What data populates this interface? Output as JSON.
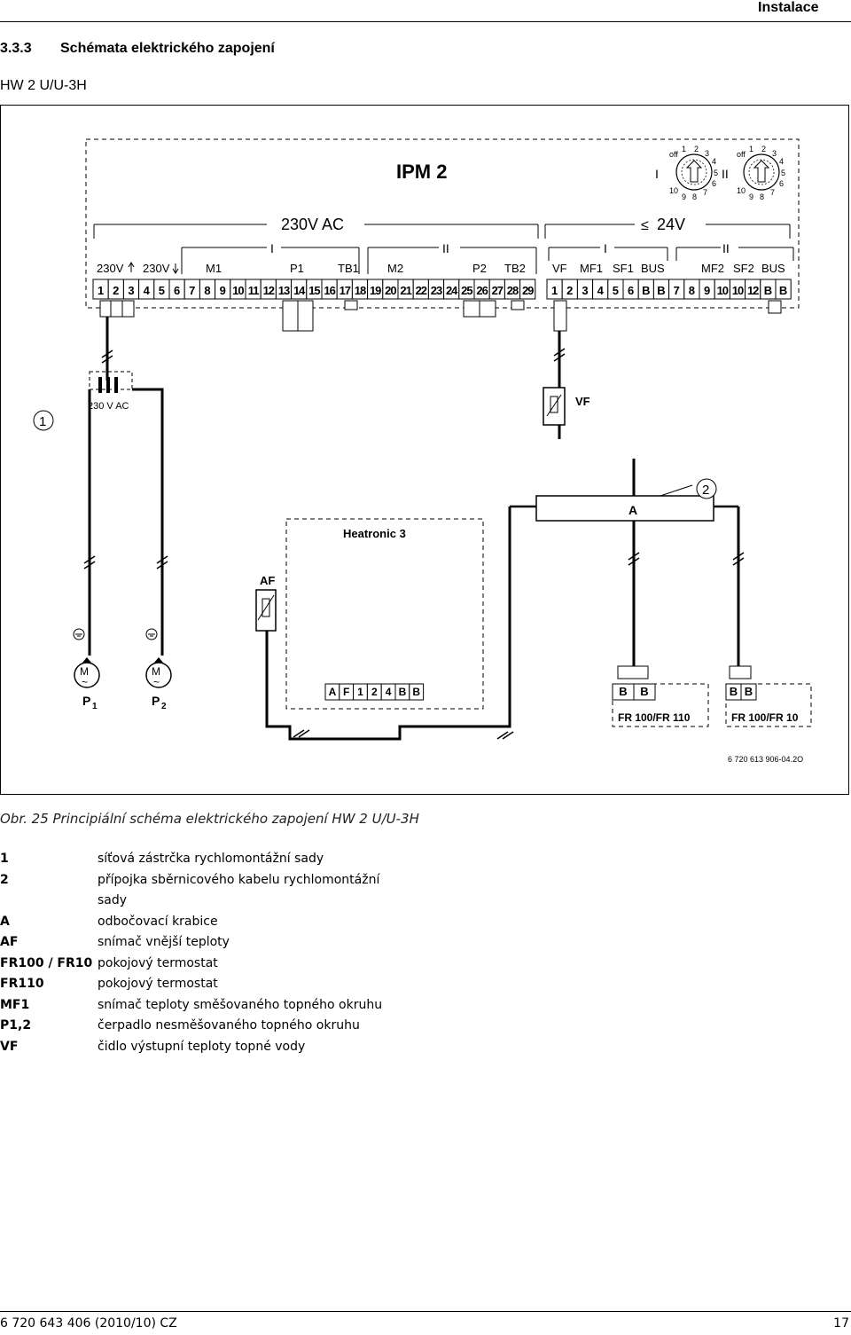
{
  "header": {
    "section": "Instalace"
  },
  "section": {
    "number": "3.3.3",
    "title": "Schémata elektrického zapojení"
  },
  "subtitle": "HW 2 U/U-3H",
  "diagram": {
    "module_title": "IPM 2",
    "voltage_230": "230V AC",
    "voltage_24": "24V",
    "voltage_24_symbol": "≤",
    "circuit_1": "I",
    "circuit_2": "II",
    "dial_labels": [
      "off",
      "1",
      "2",
      "3",
      "4",
      "5",
      "6",
      "7",
      "8",
      "9",
      "10"
    ],
    "left_group_labels": [
      "230V",
      "230V",
      "M1",
      "P1",
      "TB1",
      "M2",
      "P2",
      "TB2"
    ],
    "left_terminals": [
      "1",
      "2",
      "3",
      "4",
      "5",
      "6",
      "7",
      "8",
      "9",
      "10",
      "11",
      "12",
      "13",
      "14",
      "15",
      "16",
      "17",
      "18",
      "19",
      "20",
      "21",
      "22",
      "23",
      "24",
      "25",
      "26",
      "27",
      "28",
      "29"
    ],
    "right_group_labels": [
      "VF",
      "MF1",
      "SF1",
      "BUS",
      "MF2",
      "SF2",
      "BUS"
    ],
    "right_terminals": [
      "1",
      "2",
      "3",
      "4",
      "5",
      "6",
      "B",
      "B",
      "7",
      "8",
      "9",
      "10",
      "10",
      "12",
      "B",
      "B"
    ],
    "plug_label": "230 V AC",
    "callout_1": "1",
    "callout_2": "2",
    "vf_label": "VF",
    "junction_label": "A",
    "heatronic_label": "Heatronic 3",
    "af_label": "AF",
    "motor_label": "M",
    "motor_tilde": "~",
    "pump_1": "P",
    "pump_1_sub": "1",
    "pump_2": "P",
    "pump_2_sub": "2",
    "heatronic_terminals": [
      "A",
      "F",
      "1",
      "2",
      "4",
      "B",
      "B"
    ],
    "fr1_terminals": [
      "B",
      "B"
    ],
    "fr1_label": "FR 100/FR 110",
    "fr2_terminals": [
      "B",
      "B"
    ],
    "fr2_label": "FR 100/FR 10",
    "drawing_number": "6 720 613 906-04.2O"
  },
  "caption": "Obr. 25  Principiální schéma elektrického zapojení HW 2 U/U-3H",
  "legend": [
    {
      "key": "1",
      "value": "síťová zástrčka rychlomontážní sady"
    },
    {
      "key": "2",
      "value": "přípojka sběrnicového kabelu rychlomontážní sady"
    },
    {
      "key": "A",
      "value": "odbočovací krabice"
    },
    {
      "key": "AF",
      "value": "snímač vnější teploty"
    },
    {
      "key": "FR100 / FR10",
      "value": "pokojový termostat"
    },
    {
      "key": "FR110",
      "value": "pokojový termostat"
    },
    {
      "key": "MF1",
      "value": "snímač teploty směšovaného topného okruhu"
    },
    {
      "key": "P1,2",
      "value": "čerpadlo nesměšovaného topného okruhu"
    },
    {
      "key": "VF",
      "value": "čidlo výstupní teploty topné vody"
    }
  ],
  "footer": {
    "doc_id": "6 720 643 406 (2010/10) CZ",
    "page": "17"
  }
}
